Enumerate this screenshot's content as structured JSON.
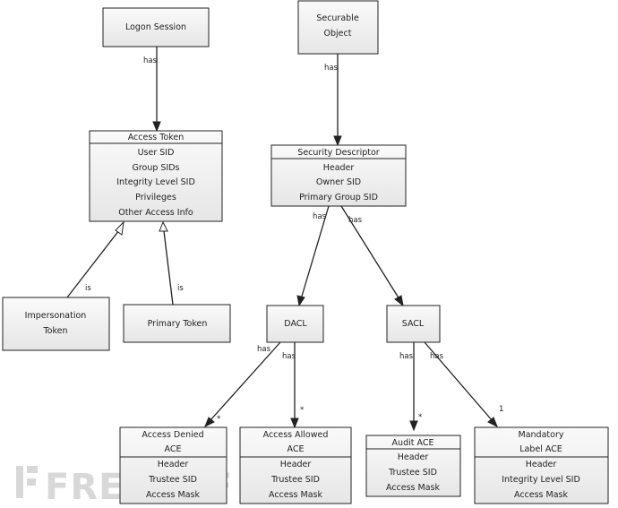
{
  "nodes": {
    "logon_session": {
      "lines": [
        "Logon Session"
      ]
    },
    "securable_object": {
      "lines": [
        "Securable",
        "Object"
      ]
    },
    "access_token": {
      "title": "Access Token",
      "fields": [
        "User SID",
        "Group SIDs",
        "Integrity Level SID",
        "Privileges",
        "Other Access Info"
      ]
    },
    "security_descriptor": {
      "title": "Security Descriptor",
      "fields": [
        "Header",
        "Owner SID",
        "Primary Group SID"
      ]
    },
    "impersonation_token": {
      "lines": [
        "Impersonation",
        "Token"
      ]
    },
    "primary_token": {
      "lines": [
        "Primary Token"
      ]
    },
    "dacl": {
      "lines": [
        "DACL"
      ]
    },
    "sacl": {
      "lines": [
        "SACL"
      ]
    },
    "access_denied_ace": {
      "title_lines": [
        "Access Denied",
        "ACE"
      ],
      "fields": [
        "Header",
        "Trustee SID",
        "Access Mask"
      ]
    },
    "access_allowed_ace": {
      "title_lines": [
        "Access Allowed",
        "ACE"
      ],
      "fields": [
        "Header",
        "Trustee SID",
        "Access Mask"
      ]
    },
    "audit_ace": {
      "title": "Audit ACE",
      "fields": [
        "Header",
        "Trustee SID",
        "Access Mask"
      ]
    },
    "mandatory_label_ace": {
      "title_lines": [
        "Mandatory",
        "Label ACE"
      ],
      "fields": [
        "Header",
        "Integrity Level SID",
        "Access Mask"
      ]
    }
  },
  "edges": {
    "logon_has": "has",
    "securable_has": "has",
    "impersonation_is": "is",
    "primary_is": "is",
    "sd_has_dacl": "has",
    "sd_has_sacl": "has",
    "dacl_has_denied": "has",
    "dacl_has_allowed": "has",
    "sacl_has_audit": "has",
    "sacl_has_mandatory": "has",
    "mult_denied": "*",
    "mult_allowed": "*",
    "mult_audit": "*",
    "mult_mandatory": "1"
  },
  "watermark": "FREEBUF"
}
